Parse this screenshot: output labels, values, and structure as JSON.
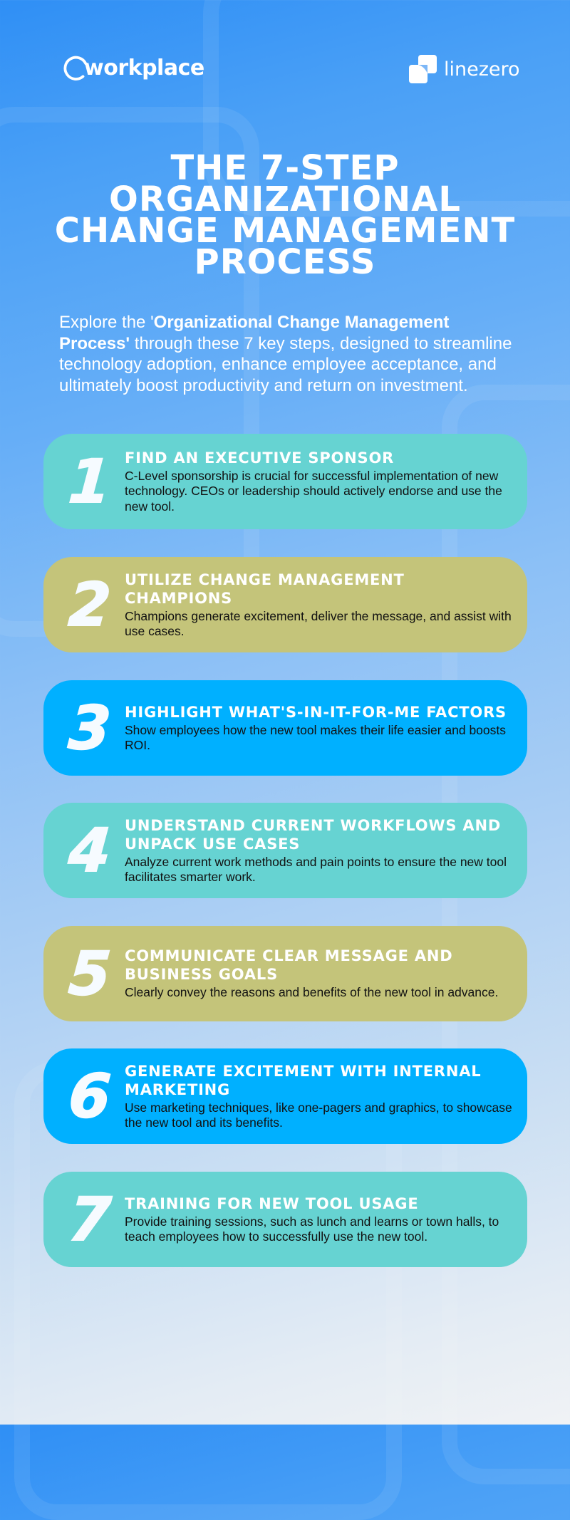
{
  "header": {
    "left_logo": {
      "text": "workplace",
      "icon": "workplace-at-icon"
    },
    "right_logo": {
      "text": "linezero",
      "icon": "linezero-squares-icon"
    }
  },
  "title": {
    "lines": [
      "THE 7-STEP",
      "ORGANIZATIONAL",
      "CHANGE MANAGEMENT",
      "PROCESS"
    ]
  },
  "intro": {
    "prefix": "Explore the '",
    "bold": "Organizational Change Management Process'",
    "suffix": " through these 7 key steps, designed to streamline technology adoption, enhance employee acceptance, and ultimately boost productivity and return on investment."
  },
  "colors": {
    "teal": "#66d3d2",
    "olive": "#c4c47a",
    "blue": "#00b0ff",
    "background_top": "#2f8ff5",
    "background_bottom": "#f0f2f5"
  },
  "steps": [
    {
      "number": "1",
      "color": "teal",
      "heading": "FIND AN EXECUTIVE SPONSOR",
      "body": "C-Level sponsorship is crucial for successful implementation of new technology. CEOs or leadership should actively endorse and use the new tool."
    },
    {
      "number": "2",
      "color": "olive",
      "heading": "UTILIZE CHANGE MANAGEMENT CHAMPIONS",
      "body": "Champions generate excitement, deliver the message, and assist with use cases."
    },
    {
      "number": "3",
      "color": "blue",
      "heading": "HIGHLIGHT WHAT'S-IN-IT-FOR-ME FACTORS",
      "body": "Show employees how the new tool makes their life easier and boosts ROI."
    },
    {
      "number": "4",
      "color": "teal",
      "heading": "UNDERSTAND CURRENT WORKFLOWS AND UNPACK USE CASES",
      "body": "Analyze current work methods and pain points to ensure the new tool facilitates smarter work."
    },
    {
      "number": "5",
      "color": "olive",
      "heading": "COMMUNICATE CLEAR MESSAGE AND BUSINESS GOALS",
      "body": "Clearly convey the reasons and benefits of the new tool in advance."
    },
    {
      "number": "6",
      "color": "blue",
      "heading": "GENERATE EXCITEMENT WITH INTERNAL MARKETING",
      "body": "Use marketing techniques, like one-pagers and graphics, to showcase the new tool and its benefits."
    },
    {
      "number": "7",
      "color": "teal",
      "heading": "TRAINING FOR NEW TOOL USAGE",
      "body": "Provide training sessions, such as lunch and learns or town halls, to teach employees how to successfully use the new tool."
    }
  ]
}
